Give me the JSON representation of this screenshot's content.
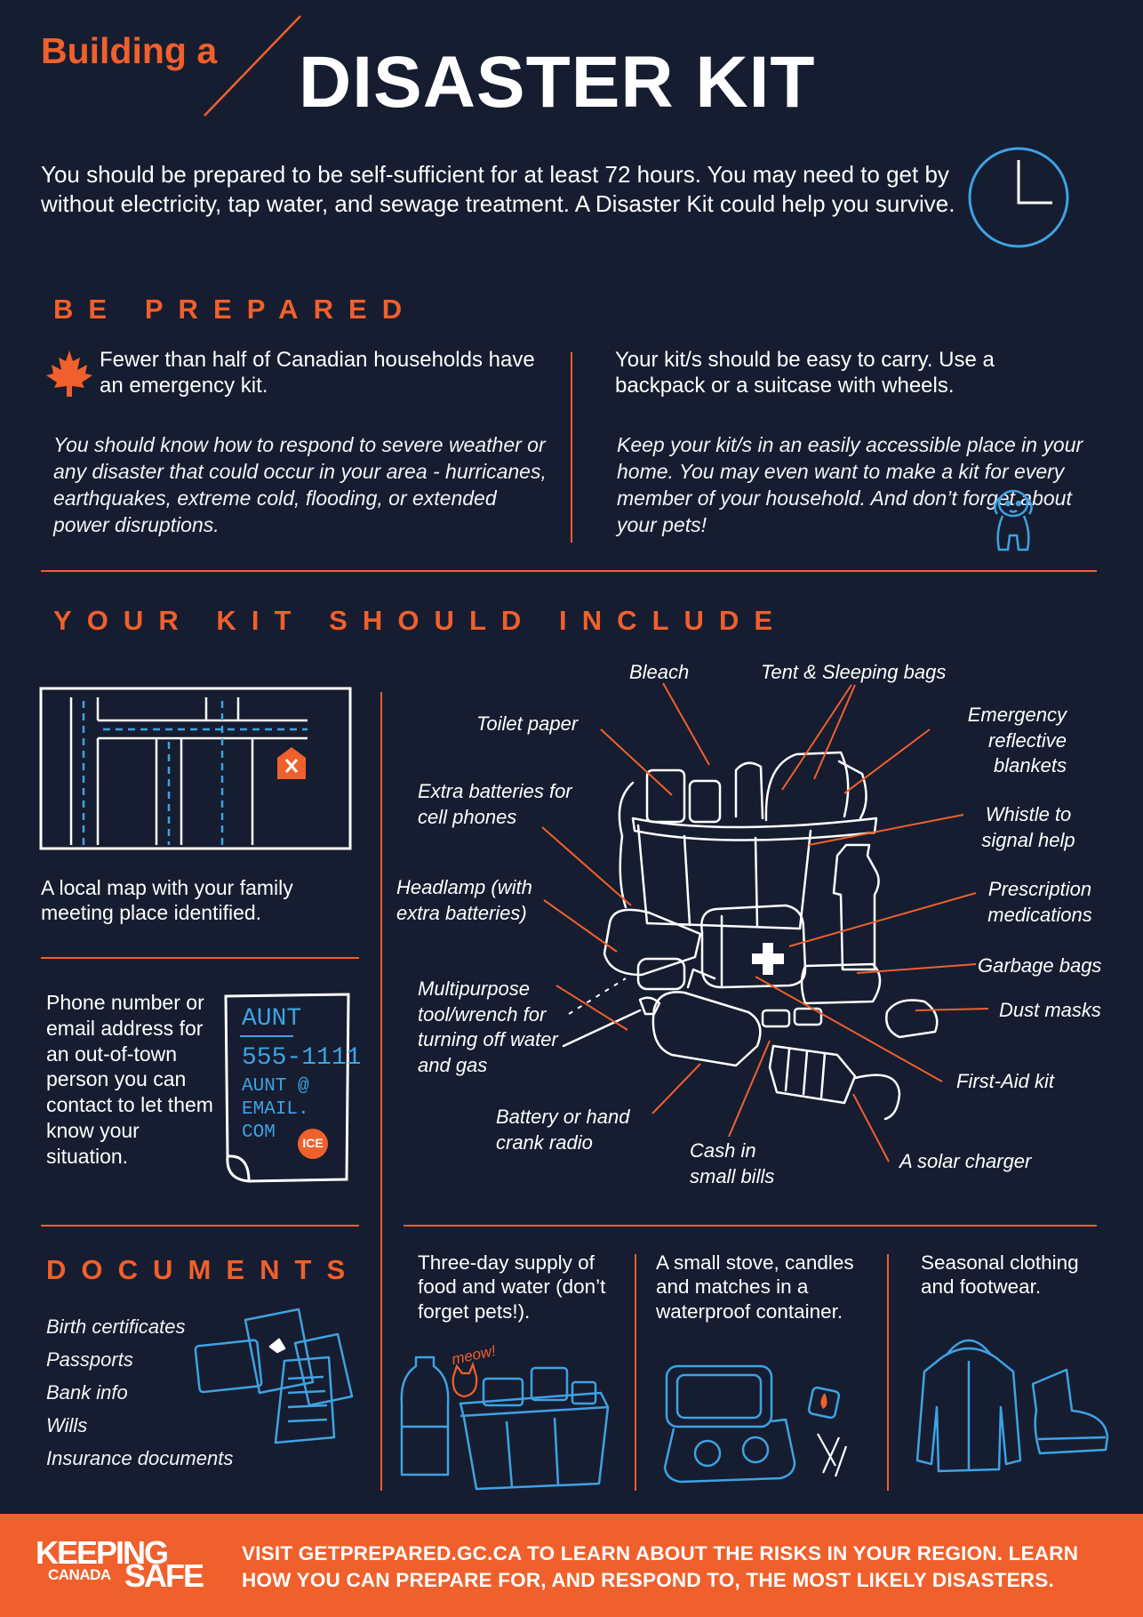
{
  "header": {
    "title_prefix": "Building a",
    "title_main": "DISASTER KIT",
    "intro": "You should be prepared to be self-sufficient for at least 72 hours. You may need to get by without electricity, tap water, and sewage treatment. A Disaster Kit could help you survive."
  },
  "be_prepared": {
    "heading": "BE PREPARED",
    "left_bold": "Fewer than half of Canadian households have an emergency kit.",
    "left_italic": "You should know how to respond to severe weather or any disaster that could occur in your area - hurricanes, earthquakes, extreme cold, flooding, or extended power disruptions.",
    "right_bold": "Your kit/s should be easy to carry. Use a backpack or a suitcase with wheels.",
    "right_italic": "Keep your kit/s in an easily accessible place in your home. You may even want to make a kit for every member of your household. And don’t forget about your pets!"
  },
  "kit": {
    "heading": "YOUR KIT SHOULD INCLUDE",
    "map_caption": "A local map with your family meeting place identified.",
    "phone_caption": "Phone number or email address for an out-of-town person you can contact to let them know your situation.",
    "note": {
      "line1": "AUNT",
      "line2": "555-1111",
      "line3": "AUNT @",
      "line4": "EMAIL.",
      "line5": "COM",
      "badge": "ICE"
    },
    "labels": {
      "bleach": "Bleach",
      "tent": "Tent & Sleeping bags",
      "emergency": "Emergency reflective blankets",
      "toilet": "Toilet paper",
      "batteries": "Extra batteries for cell phones",
      "whistle": "Whistle to signal help",
      "headlamp": "Headlamp (with extra batteries)",
      "prescription": "Prescription medications",
      "garbage": "Garbage bags",
      "multitool": "Multipurpose tool/wrench for turning off water and gas",
      "dust": "Dust masks",
      "firstaid": "First-Aid kit",
      "radio": "Battery or hand crank radio",
      "cash": "Cash in small bills",
      "solar": "A solar charger"
    }
  },
  "documents": {
    "heading": "DOCUMENTS",
    "items": [
      "Birth certificates",
      "Passports",
      "Bank info",
      "Wills",
      "Insurance documents"
    ]
  },
  "supplies": {
    "food": "Three-day supply of food and water (don’t forget pets!).",
    "meow": "meow!",
    "stove": "A small stove, candles and matches in a waterproof container.",
    "clothing": "Seasonal clothing and footwear."
  },
  "footer": {
    "logo_line1": "KEEPING",
    "logo_line2": "CANADA",
    "logo_line3": "SAFE",
    "text_line1": "VISIT GETPREPARED.GC.CA TO LEARN ABOUT THE RISKS IN YOUR REGION. LEARN",
    "text_line2": "HOW YOU CAN PREPARE FOR, AND RESPOND TO, THE MOST LIKELY DISASTERS."
  },
  "colors": {
    "background": "#161d30",
    "accent": "#f0602c",
    "illustration_blue": "#3ea2e3",
    "text": "#ffffff"
  }
}
